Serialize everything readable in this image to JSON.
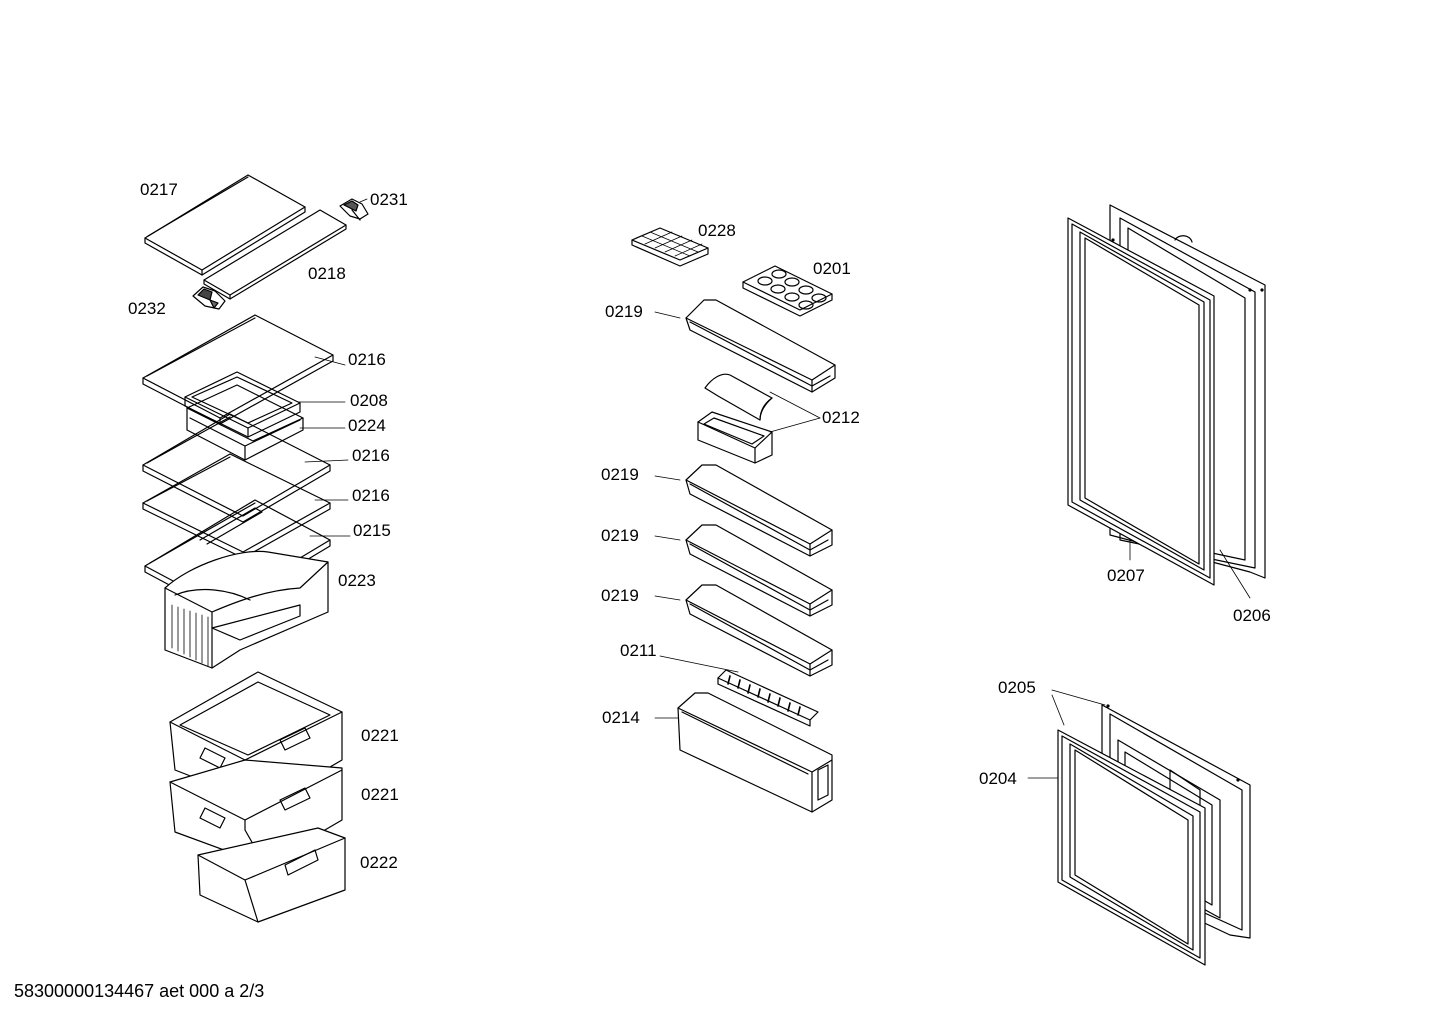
{
  "diagram": {
    "footer": "58300000134467 aet 000 a 2/3",
    "parts": [
      {
        "id": "p0217",
        "label": "0217",
        "name": "glass shelf with trim strip"
      },
      {
        "id": "p0231",
        "label": "0231",
        "name": "shelf support bracket right"
      },
      {
        "id": "p0218",
        "label": "0218",
        "name": "glass shelf"
      },
      {
        "id": "p0232",
        "label": "0232",
        "name": "shelf support bracket left"
      },
      {
        "id": "p0216a",
        "label": "0216",
        "name": "glass shelf"
      },
      {
        "id": "p0208",
        "label": "0208",
        "name": "tray frame"
      },
      {
        "id": "p0224",
        "label": "0224",
        "name": "tray"
      },
      {
        "id": "p0216b",
        "label": "0216",
        "name": "glass shelf"
      },
      {
        "id": "p0216c",
        "label": "0216",
        "name": "glass shelf"
      },
      {
        "id": "p0215",
        "label": "0215",
        "name": "glass shelf"
      },
      {
        "id": "p0223",
        "label": "0223",
        "name": "drawer"
      },
      {
        "id": "p0221a",
        "label": "0221",
        "name": "vegetable container"
      },
      {
        "id": "p0221b",
        "label": "0221",
        "name": "vegetable container"
      },
      {
        "id": "p0222",
        "label": "0222",
        "name": "drawer"
      },
      {
        "id": "p0228",
        "label": "0228",
        "name": "ice cube tray"
      },
      {
        "id": "p0201",
        "label": "0201",
        "name": "egg tray"
      },
      {
        "id": "p0219a",
        "label": "0219",
        "name": "door shelf"
      },
      {
        "id": "p0212",
        "label": "0212",
        "name": "butter compartment with flap"
      },
      {
        "id": "p0219b",
        "label": "0219",
        "name": "door shelf"
      },
      {
        "id": "p0219c",
        "label": "0219",
        "name": "door shelf"
      },
      {
        "id": "p0219d",
        "label": "0219",
        "name": "door shelf"
      },
      {
        "id": "p0211",
        "label": "0211",
        "name": "bottle rack insert"
      },
      {
        "id": "p0214",
        "label": "0214",
        "name": "bottle shelf"
      },
      {
        "id": "p0207",
        "label": "0207",
        "name": "door seal"
      },
      {
        "id": "p0206",
        "label": "0206",
        "name": "door"
      },
      {
        "id": "p0205",
        "label": "0205",
        "name": "freezer door"
      },
      {
        "id": "p0204",
        "label": "0204",
        "name": "freezer door seal"
      }
    ]
  }
}
